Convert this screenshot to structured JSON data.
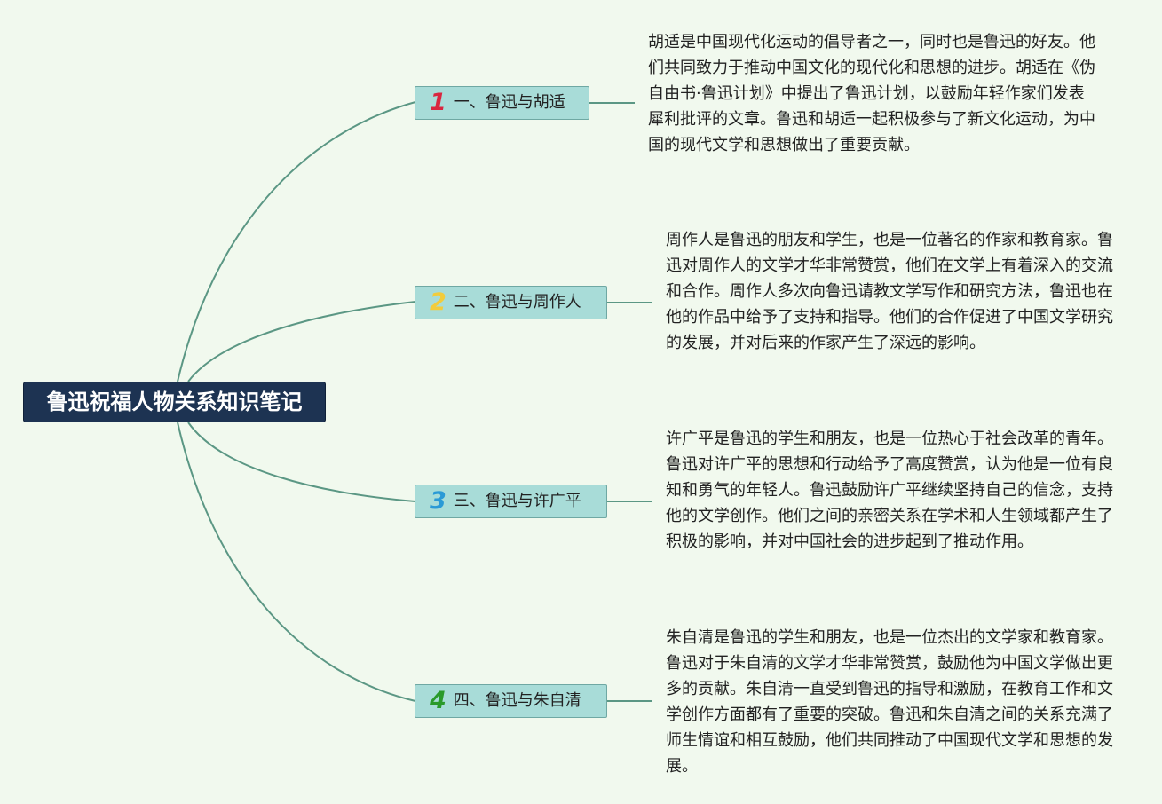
{
  "root": {
    "title": "鲁迅祝福人物关系知识笔记"
  },
  "branches": [
    {
      "number": "1",
      "number_color": "#d9263f",
      "label": "一、鲁迅与胡适",
      "note": "胡适是中国现代化运动的倡导者之一，同时也是鲁迅的好友。他们共同致力于推动中国文化的现代化和思想的进步。胡适在《伪自由书·鲁迅计划》中提出了鲁迅计划，以鼓励年轻作家们发表犀利批评的文章。鲁迅和胡适一起积极参与了新文化运动，为中国的现代文学和思想做出了重要贡献。"
    },
    {
      "number": "2",
      "number_color": "#f2cc3c",
      "label": "二、鲁迅与周作人",
      "note": "周作人是鲁迅的朋友和学生，也是一位著名的作家和教育家。鲁迅对周作人的文学才华非常赞赏，他们在文学上有着深入的交流和合作。周作人多次向鲁迅请教文学写作和研究方法，鲁迅也在他的作品中给予了支持和指导。他们的合作促进了中国文学研究的发展，并对后来的作家产生了深远的影响。"
    },
    {
      "number": "3",
      "number_color": "#2a9ad6",
      "label": "三、鲁迅与许广平",
      "note": "许广平是鲁迅的学生和朋友，也是一位热心于社会改革的青年。鲁迅对许广平的思想和行动给予了高度赞赏，认为他是一位有良知和勇气的年轻人。鲁迅鼓励许广平继续坚持自己的信念，支持他的文学创作。他们之间的亲密关系在学术和人生领域都产生了积极的影响，并对中国社会的进步起到了推动作用。"
    },
    {
      "number": "4",
      "number_color": "#2a9a2a",
      "label": "四、鲁迅与朱自清",
      "note": "朱自清是鲁迅的学生和朋友，也是一位杰出的文学家和教育家。鲁迅对于朱自清的文学才华非常赞赏，鼓励他为中国文学做出更多的贡献。朱自清一直受到鲁迅的指导和激励，在教育工作和文学创作方面都有了重要的突破。鲁迅和朱自清之间的关系充满了师生情谊和相互鼓励，他们共同推动了中国现代文学和思想的发展。"
    }
  ]
}
